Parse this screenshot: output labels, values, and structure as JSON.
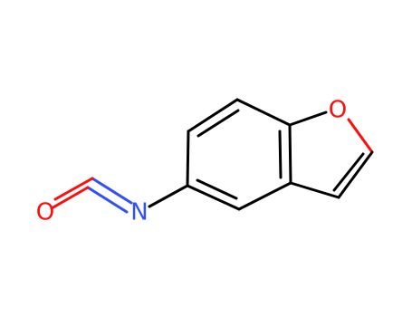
{
  "molecule": {
    "atoms": [
      {
        "id": "O_ring",
        "symbol": "O",
        "color": "#ff0d0d"
      },
      {
        "id": "N",
        "symbol": "N",
        "color": "#3050f8"
      },
      {
        "id": "O_isocyanate",
        "symbol": "O",
        "color": "#ff0d0d"
      }
    ],
    "bond_color": "#000000",
    "nitrogen_bond_color": "#3050f8",
    "oxygen_bond_color": "#ff0d0d"
  }
}
